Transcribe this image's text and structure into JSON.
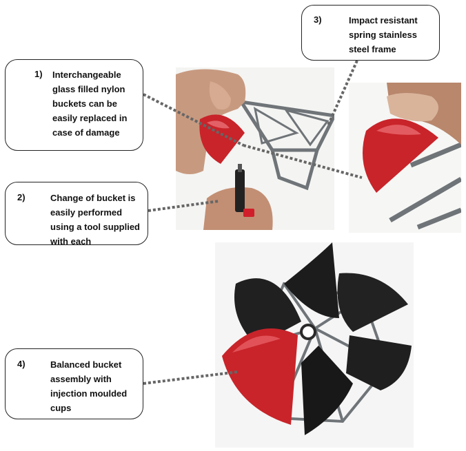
{
  "callouts": [
    {
      "number": "1)",
      "text": "Interchangeable glass filled nylon buckets can be easily replaced in case of damage"
    },
    {
      "number": "2)",
      "text": "Change of bucket is easily performed using a tool supplied with each"
    },
    {
      "number": "3)",
      "text": "Impact resistant spring stainless steel frame"
    },
    {
      "number": "4)",
      "text": "Balanced bucket assembly with injection moulded cups"
    }
  ],
  "colors": {
    "bucket_red": "#c8242a",
    "bucket_black": "#1c1c1c",
    "frame_steel": "#6f7478",
    "leader_dots": "#666666"
  }
}
